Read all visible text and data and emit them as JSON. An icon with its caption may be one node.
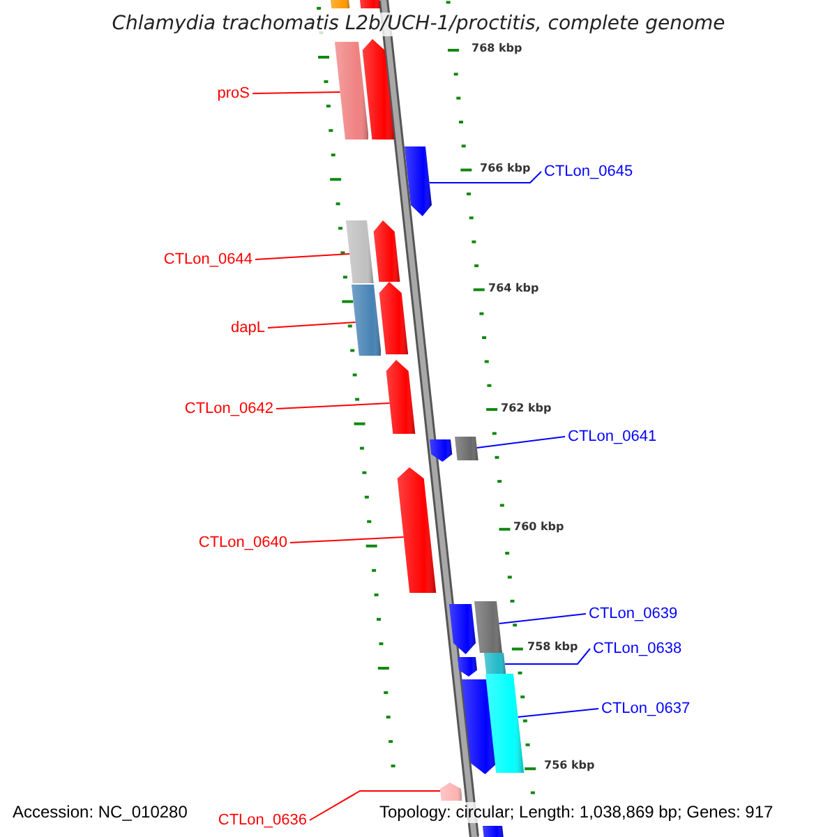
{
  "diagram": {
    "title": "Chlamydia trachomatis L2b/UCH-1/proctitis, complete genome",
    "nodes": [
      {
        "text": [
          "proS"
        ]
      },
      {
        "text": [
          "CTLon_0645"
        ]
      },
      {
        "text": [
          "CTLon_0644"
        ]
      },
      {
        "text": [
          "dapL"
        ]
      },
      {
        "text": [
          "CTLon_0642"
        ]
      },
      {
        "text": [
          "CTLon_0641"
        ]
      },
      {
        "text": [
          "CTLon_0640"
        ]
      },
      {
        "text": [
          "CTLon_0639"
        ]
      },
      {
        "text": [
          "CTLon_0638"
        ]
      },
      {
        "text": [
          "CTLon_0637"
        ]
      },
      {
        "text": [
          "CTLon_0636"
        ]
      },
      {
        "text": [],
        "shape": "bar"
      },
      {
        "text": [],
        "shape": "bar"
      },
      {
        "text": [],
        "shape": "bar"
      },
      {
        "text": [],
        "shape": "bar"
      },
      {
        "text": [],
        "shape": "bar"
      },
      {
        "text": [],
        "shape": "bar"
      },
      {
        "text": [],
        "shape": "bar"
      },
      {
        "text": [],
        "shape": "bar"
      },
      {
        "text": [],
        "shape": "bar"
      },
      {
        "text": [],
        "shape": "bar"
      },
      {
        "text": [],
        "shape": "bar"
      },
      {
        "text": [],
        "shape": "bar"
      },
      {
        "text": [],
        "shape": "bar"
      },
      {
        "text": [],
        "shape": "bar"
      },
      {
        "text": [],
        "shape": "bar"
      },
      {
        "text": [],
        "shape": "bar"
      },
      {
        "text": [],
        "shape": "bar"
      },
      {
        "text": [],
        "shape": "bar"
      },
      {
        "text": [],
        "shape": "bar"
      },
      {
        "text": [],
        "shape": "bar"
      },
      {
        "text": [],
        "shape": "bar"
      }
    ],
    "edges": [
      {
        "from": 0,
        "to": 13,
        "arrow": "none"
      },
      {
        "from": 1,
        "to": 15,
        "arrow": "none",
        "color": "#0000ff"
      },
      {
        "from": 2,
        "to": 16,
        "arrow": "none"
      },
      {
        "from": 3,
        "to": 18,
        "arrow": "none"
      },
      {
        "from": 4,
        "to": 20,
        "arrow": "none"
      },
      {
        "from": 5,
        "to": 22,
        "arrow": "none",
        "color": "#0000ff"
      },
      {
        "from": 6,
        "to": 23,
        "arrow": "none"
      },
      {
        "from": 7,
        "to": 25,
        "arrow": "none",
        "color": "#0000ff"
      },
      {
        "from": 8,
        "to": 27,
        "arrow": "none",
        "color": "#0000ff"
      },
      {
        "from": 9,
        "to": 29,
        "arrow": "none",
        "color": "#0000ff"
      },
      {
        "from": 10,
        "to": 30,
        "arrow": "none"
      }
    ],
    "labels": [
      "768 kbp",
      "766 kbp",
      "764 kbp",
      "762 kbp",
      "760 kbp",
      "758 kbp",
      "756 kbp",
      "Accession: NC_010280",
      "Topology: circular; Length: 1,038,869 bp; Genes: 917"
    ]
  }
}
